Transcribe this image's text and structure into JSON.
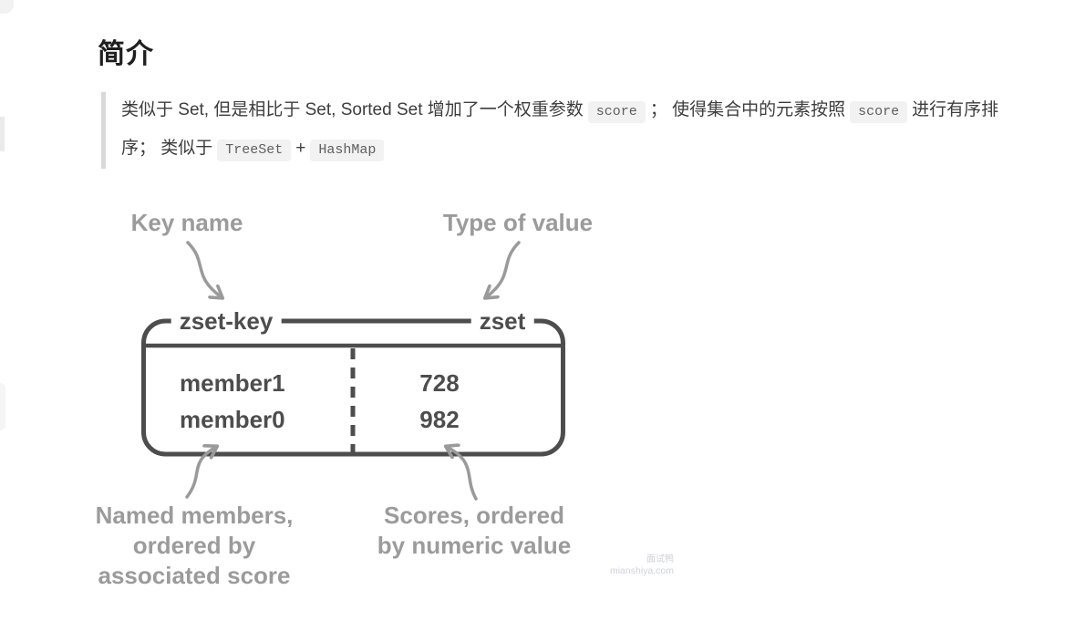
{
  "header": {
    "title": "简介"
  },
  "intro": {
    "text_a": "类似于 Set, 但是相比于 Set, Sorted Set 增加了一个权重参数",
    "code_score_1": "score",
    "text_b": "；  使得集合中的元素按照",
    "code_score_2": "score",
    "text_c": "进行有序排序；  类似于",
    "code_treeset": "TreeSet",
    "text_plus": "+",
    "code_hashmap": "HashMap"
  },
  "diagram": {
    "key_name_label": "Key name",
    "type_of_value_label": "Type of value",
    "key": "zset-key",
    "value_type": "zset",
    "rows": [
      {
        "member": "member1",
        "score": "728"
      },
      {
        "member": "member0",
        "score": "982"
      }
    ],
    "members_note": {
      "line1": "Named members,",
      "line2": "ordered by",
      "line3": "associated score"
    },
    "scores_note": {
      "line1": "Scores, ordered",
      "line2": "by numeric value"
    }
  },
  "watermark": {
    "line1": "面试鸭",
    "line2": "mianshiya.com"
  },
  "colors": {
    "box_border": "#4d4d4d",
    "box_text": "#4d4d4d",
    "annotation_gray": "#9b9b9b",
    "heading": "#1f1f1f",
    "body_text": "#3d3d3d",
    "code_background": "#f2f2f2",
    "code_text": "#5f5f5f",
    "quote_bar": "#d8d8d8",
    "watermark": "#cdd1de"
  }
}
